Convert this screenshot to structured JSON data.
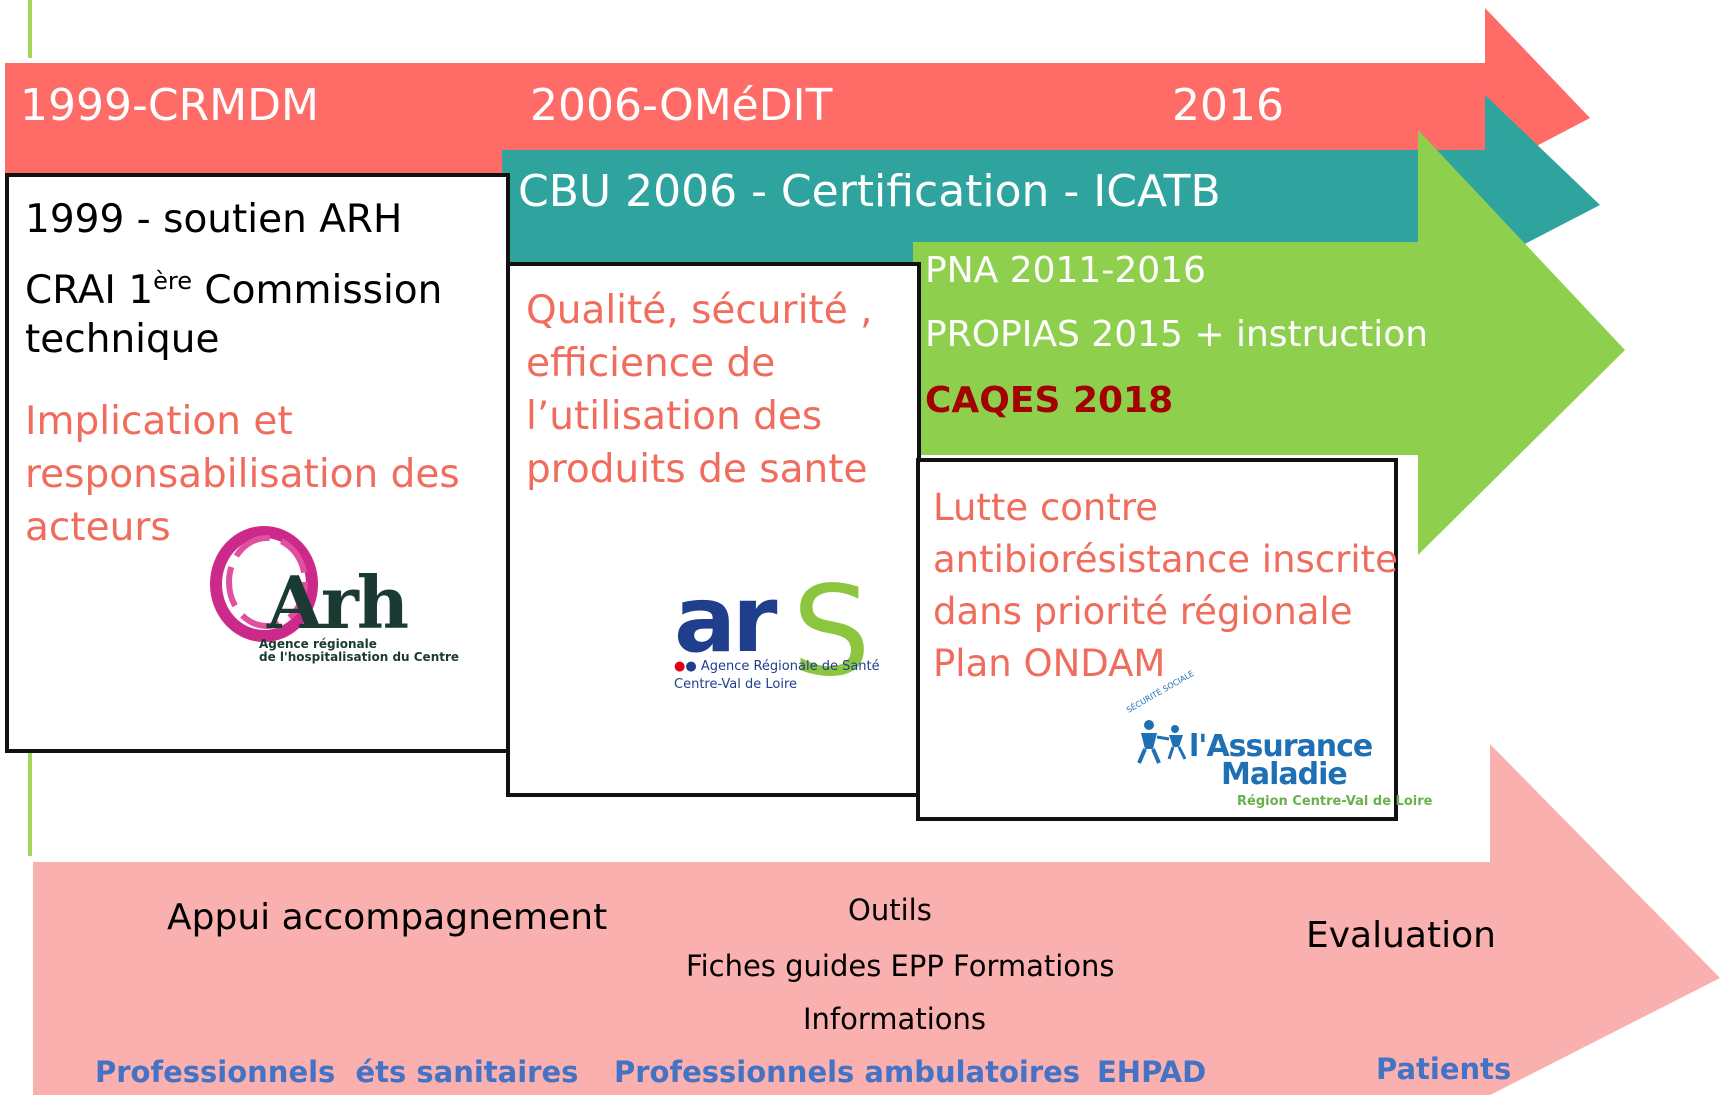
{
  "colors": {
    "red_arrow": "#ff6b66",
    "teal_arrow": "#2fa39e",
    "green_arrow": "#8fcf4e",
    "pink_arrow": "#f9b0ae",
    "salmon_text": "#f06c5c",
    "blue_text": "#4472c4",
    "dark_red_text": "#a30000",
    "left_rule": "#a6d65a"
  },
  "timeline": {
    "label_1999": "1999-CRMDM",
    "label_2006": "2006-OMéDIT",
    "label_2016": "2016"
  },
  "teal_band": {
    "title": "CBU 2006 - Certification - ICATB"
  },
  "green_band": {
    "line1": "PNA 2011-2016",
    "line2": "PROPIAS 2015 + instruction",
    "line3": "CAQES 2018"
  },
  "box_1999": {
    "line1": "1999 - soutien ARH",
    "crai_prefix": "CRAI 1",
    "crai_sup": "ère",
    "crai_suffix": " Commission",
    "crai_line2": "technique",
    "highlight": [
      "Implication et",
      "responsabilisation des",
      "acteurs"
    ],
    "logo": {
      "icon": "arh-logo",
      "name": "Arh",
      "subtitle1": "Agence régionale",
      "subtitle2": "de l'hospitalisation du Centre"
    }
  },
  "box_2006": {
    "highlight": [
      "Qualité, sécurité ,",
      "efficience de",
      "l’utilisation des",
      "produits de sante"
    ],
    "logo": {
      "icon": "ars-logo",
      "name_ar": "ar",
      "name_s": "S",
      "subtitle1": "Agence Régionale de Santé",
      "subtitle2": "Centre-Val de Loire"
    }
  },
  "box_2016": {
    "highlight": [
      "Lutte contre",
      "antibiorésistance inscrite",
      "dans priorité régionale",
      "Plan ONDAM"
    ],
    "logo": {
      "icon": "assurance-maladie-logo",
      "arc": "SÉCURITÉ SOCIALE",
      "name1": "l'Assurance",
      "name2": "Maladie",
      "region": "Région Centre-Val de Loire"
    }
  },
  "bottom_arrow": {
    "appui": "Appui accompagnement",
    "outils": "Outils",
    "fiches": "Fiches guides EPP Formations",
    "informations": "Informations",
    "evaluation": "Evaluation",
    "audience": {
      "etablissements": "Professionnels  éts sanitaires",
      "ambulatoires": "Professionnels ambulatoires",
      "ehpad": "EHPAD",
      "patients": "Patients"
    }
  }
}
